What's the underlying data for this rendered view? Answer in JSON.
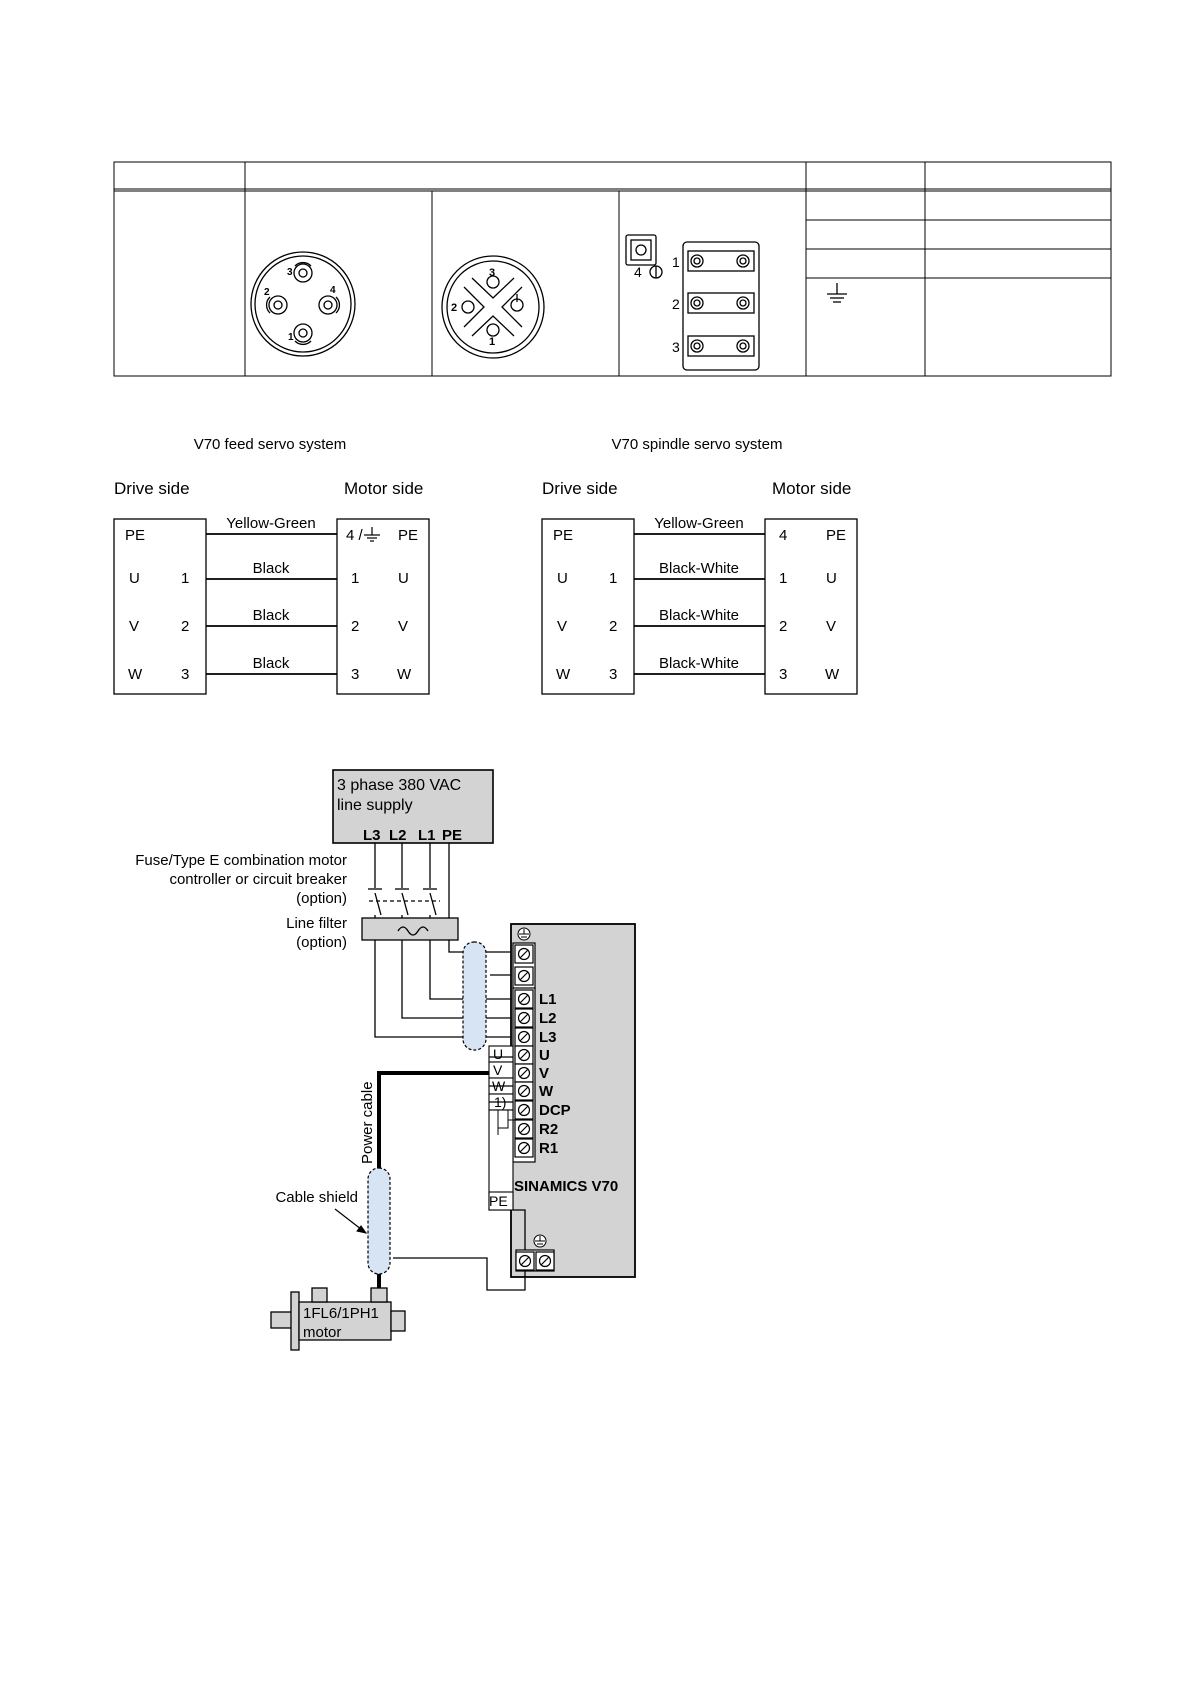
{
  "connector_table": {
    "header": [
      "",
      "",
      "",
      ""
    ],
    "pin_numbers": {
      "round_4pin": [
        "3",
        "4",
        "2",
        "1"
      ],
      "round_3pin": [
        "3",
        "2",
        "1"
      ],
      "terminal_block": [
        "1",
        "2",
        "3",
        "4"
      ]
    },
    "signals": [
      "",
      "",
      "",
      ""
    ]
  },
  "wiring": {
    "feed": {
      "title": "V70 feed servo system",
      "drive_side": "Drive side",
      "motor_side": "Motor side",
      "drive_rows": [
        [
          "PE",
          ""
        ],
        [
          "U",
          "1"
        ],
        [
          "V",
          "2"
        ],
        [
          "W",
          "3"
        ]
      ],
      "motor_rows": [
        [
          "4 /",
          "PE"
        ],
        [
          "1",
          "U"
        ],
        [
          "2",
          "V"
        ],
        [
          "3",
          "W"
        ]
      ],
      "wires": [
        "Yellow-Green",
        "Black",
        "Black",
        "Black"
      ]
    },
    "spindle": {
      "title": "V70 spindle servo system",
      "drive_side": "Drive side",
      "motor_side": "Motor side",
      "drive_rows": [
        [
          "PE",
          ""
        ],
        [
          "U",
          "1"
        ],
        [
          "V",
          "2"
        ],
        [
          "W",
          "3"
        ]
      ],
      "motor_rows": [
        [
          "4",
          "PE"
        ],
        [
          "1",
          "U"
        ],
        [
          "2",
          "V"
        ],
        [
          "3",
          "W"
        ]
      ],
      "wires": [
        "Yellow-Green",
        "Black-White",
        "Black-White",
        "Black-White"
      ]
    }
  },
  "schematic": {
    "supply": {
      "line1": "3 phase 380 VAC",
      "line2": "line supply",
      "terminals": [
        "L3",
        "L2",
        "L1",
        "PE"
      ]
    },
    "breaker_label": [
      "Fuse/Type E combination motor",
      "controller or circuit breaker",
      "(option)"
    ],
    "filter_label": [
      "Line filter",
      "(option)"
    ],
    "power_cable": "Power cable",
    "cable_shield": "Cable shield",
    "motor_label": [
      "1FL6/1PH1",
      "motor"
    ],
    "drive_name": "SINAMICS V70",
    "drive_terminals": [
      "L1",
      "L2",
      "L3",
      "U",
      "V",
      "W",
      "DCP",
      "R2",
      "R1"
    ],
    "cable_core_labels": [
      "U",
      "V",
      "W",
      "1)",
      "PE"
    ]
  }
}
